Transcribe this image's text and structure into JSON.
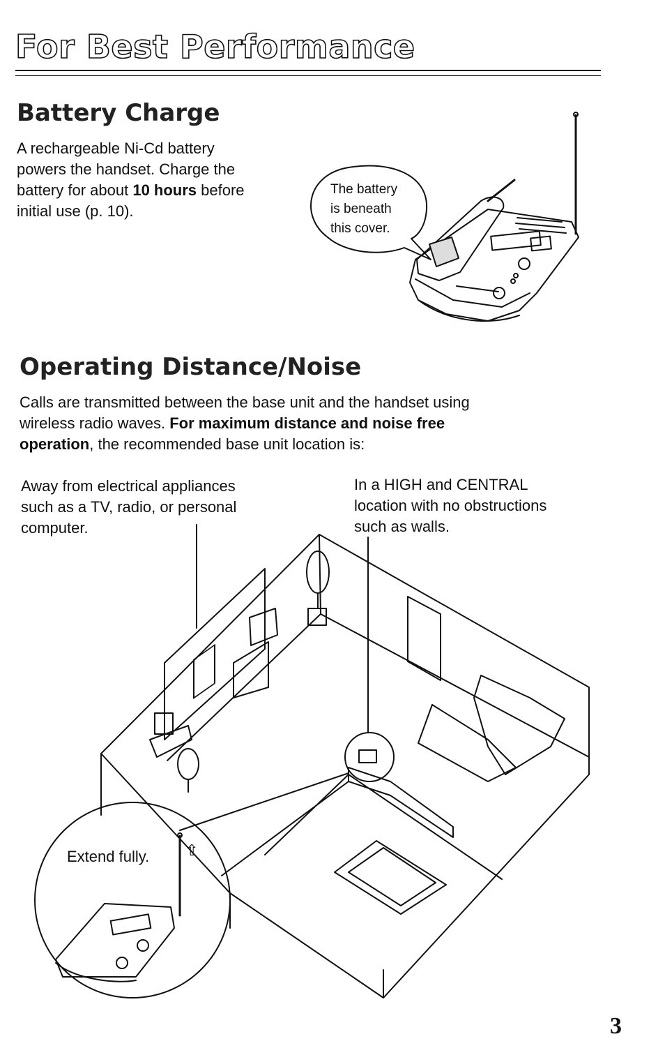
{
  "page": {
    "title": "For Best Performance",
    "page_number": "3"
  },
  "battery_section": {
    "heading": "Battery Charge",
    "text_1": "A rechargeable Ni-Cd battery",
    "text_2": "powers the handset. Charge the",
    "text_3a": "battery for about ",
    "text_3b": "10 hours",
    "text_3c": " before",
    "text_4": "initial use (p. 10).",
    "bubble_1": "The battery",
    "bubble_2": "is beneath",
    "bubble_3": "this cover."
  },
  "distance_section": {
    "heading": "Operating Distance/Noise",
    "line_1": "Calls are transmitted between the base unit and the handset using",
    "line_2a": "wireless radio waves. ",
    "line_2b": "For maximum distance and noise free",
    "line_3a": "operation",
    "line_3b": ", the recommended base unit location is:",
    "left_1": "Away from electrical appliances",
    "left_2": "such as a TV, radio, or personal",
    "left_3": "computer.",
    "right_1": "In a HIGH and CENTRAL",
    "right_2": "location with no obstructions",
    "right_3": "such as walls.",
    "inset_label": "Extend fully.",
    "arrow_glyph": "⇧"
  }
}
